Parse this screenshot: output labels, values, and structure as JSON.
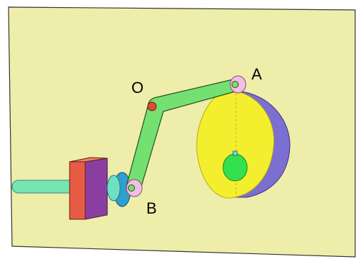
{
  "labels": {
    "pivot": "O",
    "top_joint": "A",
    "bottom_joint": "B"
  },
  "colors": {
    "panel_fill": "#eeeeaa",
    "panel_edge": "#333333",
    "cam_face": "#f3ef2e",
    "cam_side": "#7b6fd1",
    "cam_hub": "#33e04d",
    "lever": "#74e072",
    "lever_edge": "#214f22",
    "lever_side": "#3f9f58",
    "pivot_pin": "#e24a31",
    "roller": "#f1bfe4",
    "roller_edge": "#8c4a7b",
    "shaft": "#76e5b2",
    "shaft_edge": "#2f8c78",
    "block_front": "#e85b43",
    "block_side": "#8a3fa0",
    "coupler_disc": "#2f9fd0",
    "coupler_hub": "#6fe0c5"
  }
}
